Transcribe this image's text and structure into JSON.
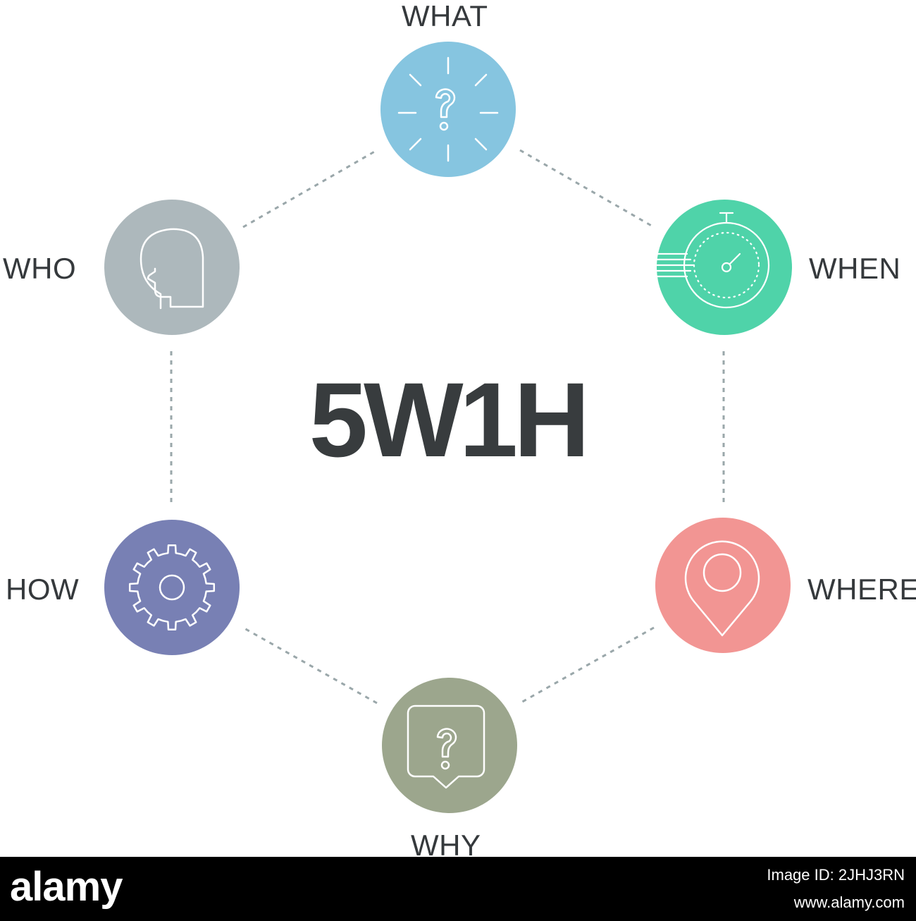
{
  "title": "5W1H",
  "nodes": {
    "what": {
      "label": "WHAT",
      "color": "#86c5e0",
      "icon": "question-burst-icon"
    },
    "when": {
      "label": "WHEN",
      "color": "#4fd3a9",
      "icon": "stopwatch-icon"
    },
    "where": {
      "label": "WHERE",
      "color": "#f29593",
      "icon": "location-pin-icon"
    },
    "why": {
      "label": "WHY",
      "color": "#9ca68d",
      "icon": "question-speech-bubble-icon"
    },
    "how": {
      "label": "HOW",
      "color": "#7880b4",
      "icon": "gear-icon"
    },
    "who": {
      "label": "WHO",
      "color": "#adb8bc",
      "icon": "head-profile-icon"
    }
  },
  "connector_color": "#9aa7aa",
  "footer": {
    "brand": "alamy",
    "image_id": "Image ID: 2JHJ3RN",
    "site": "www.alamy.com"
  }
}
